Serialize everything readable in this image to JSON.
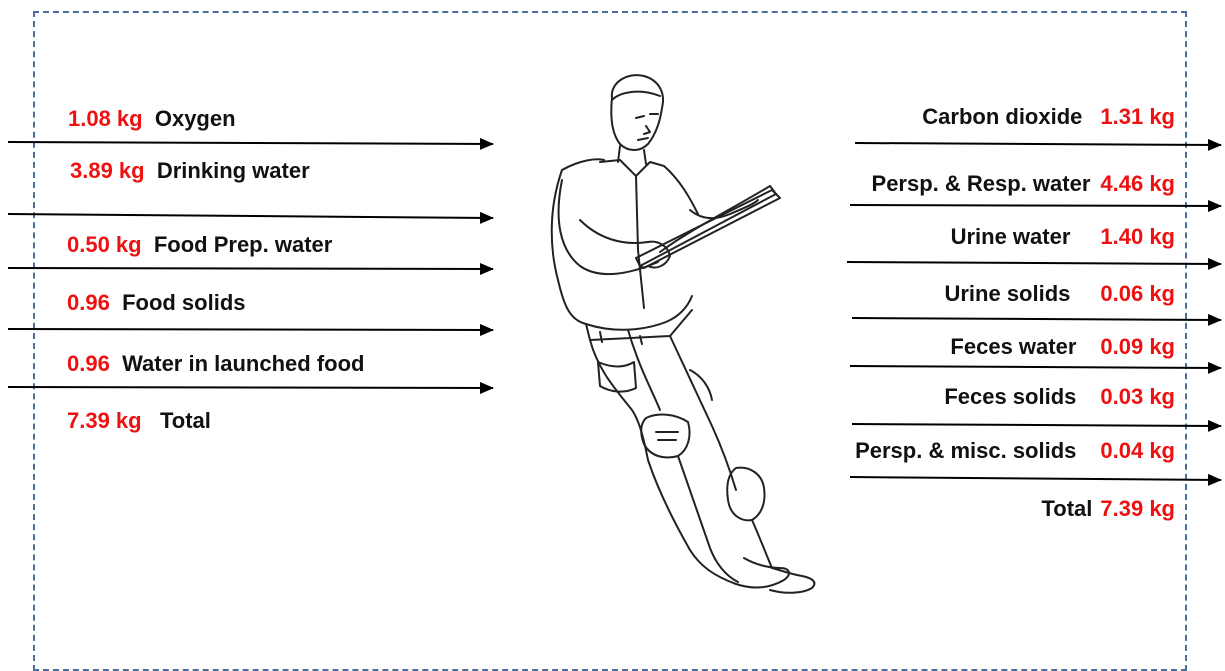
{
  "inputs": [
    {
      "value": "1.08 kg",
      "name": "Oxygen"
    },
    {
      "value": "3.89 kg",
      "name": "Drinking water"
    },
    {
      "value": "0.50 kg",
      "name": "Food Prep. water"
    },
    {
      "value": "0.96",
      "name": "Food solids"
    },
    {
      "value": "0.96",
      "name": "Water in launched food"
    },
    {
      "value": "7.39 kg",
      "name": "Total"
    }
  ],
  "outputs": [
    {
      "value": "1.31 kg",
      "name": "Carbon dioxide"
    },
    {
      "value": "4.46 kg",
      "name": "Persp. & Resp. water"
    },
    {
      "value": "1.40 kg",
      "name": "Urine water"
    },
    {
      "value": "0.06 kg",
      "name": "Urine solids"
    },
    {
      "value": "0.09 kg",
      "name": "Feces water"
    },
    {
      "value": "0.03 kg",
      "name": "Feces solids"
    },
    {
      "value": "0.04 kg",
      "name": "Persp. & misc. solids"
    },
    {
      "value": "7.39 kg",
      "name": "Total"
    }
  ],
  "colors": {
    "value": "#ee1111",
    "label": "#111111",
    "frame": "#4a6f9c"
  },
  "figure": {
    "icon": "astronaut-reading-figure-icon"
  }
}
